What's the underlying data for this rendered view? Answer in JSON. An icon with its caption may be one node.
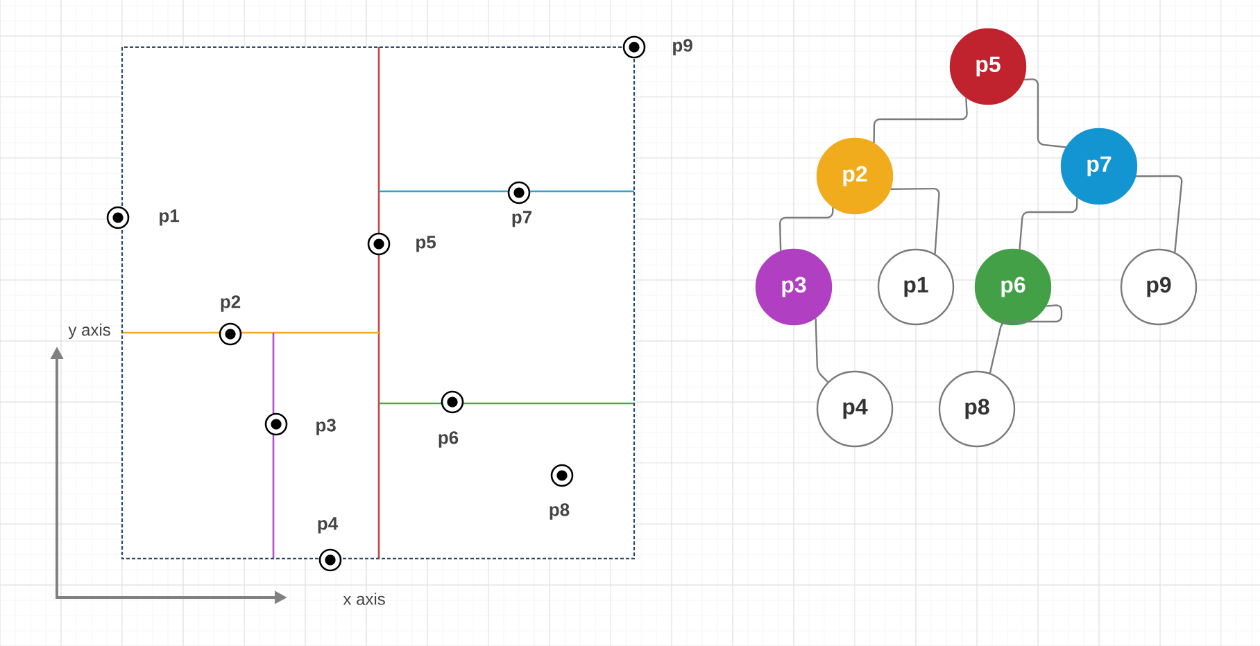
{
  "diagram": {
    "nodes": [
      {
        "text": [
          "p5"
        ]
      },
      {
        "text": [
          "p2"
        ]
      },
      {
        "text": [
          "p7"
        ]
      },
      {
        "text": [
          "p3"
        ]
      },
      {
        "text": [
          "p1"
        ]
      },
      {
        "text": [
          "p6"
        ]
      },
      {
        "text": [
          "p9"
        ]
      },
      {
        "text": [
          "p4"
        ]
      },
      {
        "text": [
          "p8"
        ]
      }
    ],
    "edges": [
      {
        "from": 0,
        "to": 1,
        "arrow": "none"
      },
      {
        "from": 0,
        "to": 2,
        "arrow": "none"
      },
      {
        "from": 1,
        "to": 3,
        "arrow": "none"
      },
      {
        "from": 1,
        "to": 4,
        "arrow": "none"
      },
      {
        "from": 2,
        "to": 5,
        "arrow": "none"
      },
      {
        "from": 2,
        "to": 6,
        "arrow": "none"
      },
      {
        "from": 3,
        "to": 7,
        "arrow": "none"
      },
      {
        "from": 5,
        "to": 8,
        "arrow": "none"
      }
    ],
    "labels": [
      "p9",
      "p1",
      "p7",
      "p5",
      "p2",
      "y axis",
      "p3",
      "p6",
      "p8",
      "p4",
      "x axis"
    ]
  }
}
